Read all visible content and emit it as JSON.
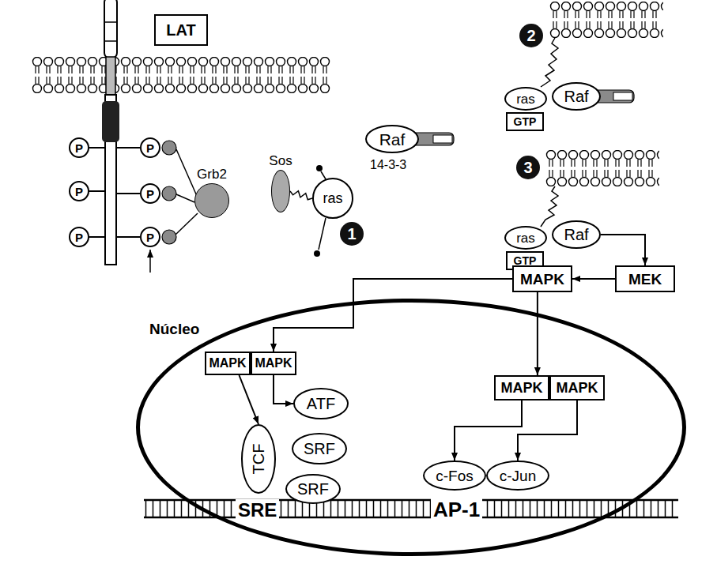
{
  "diagram": {
    "nodes": [
      {
        "text": [
          "LAT"
        ]
      },
      {
        "text": [
          "P"
        ]
      },
      {
        "text": [
          "P"
        ]
      },
      {
        "text": [
          "P"
        ]
      },
      {
        "text": [
          "P"
        ]
      },
      {
        "text": [
          "P"
        ]
      },
      {
        "text": [
          "P"
        ]
      },
      {
        "text": [
          "Grb2"
        ]
      },
      {
        "text": [
          "Sos"
        ]
      },
      {
        "text": [
          "ras"
        ]
      },
      {
        "text": [
          "Raf"
        ]
      },
      {
        "text": [
          "ras"
        ]
      },
      {
        "text": [
          "Raf"
        ]
      },
      {
        "text": [
          "GTP"
        ]
      },
      {
        "text": [
          "ras"
        ]
      },
      {
        "text": [
          "Raf"
        ]
      },
      {
        "text": [
          "GTP"
        ]
      },
      {
        "text": [
          "MAPK"
        ]
      },
      {
        "text": [
          "MEK"
        ]
      },
      {
        "text": [
          "Núcleo"
        ]
      },
      {
        "text": [
          "MAPK"
        ],
        "in": 19
      },
      {
        "text": [
          "MAPK"
        ],
        "in": 19
      },
      {
        "text": [
          "MAPK"
        ],
        "in": 19
      },
      {
        "text": [
          "MAPK"
        ],
        "in": 19
      },
      {
        "text": [
          "TCF"
        ],
        "in": 19
      },
      {
        "text": [
          "ATF"
        ],
        "in": 19
      },
      {
        "text": [
          "SRF"
        ],
        "in": 19
      },
      {
        "text": [
          "SRF"
        ],
        "in": 19
      },
      {
        "text": [
          "c-Fos"
        ],
        "in": 19
      },
      {
        "text": [
          "c-Jun"
        ],
        "in": 19
      }
    ],
    "edges": [
      {
        "from": 8,
        "to": 9,
        "arrow": "none"
      },
      {
        "from": 15,
        "to": 18,
        "arrow": "to"
      },
      {
        "from": 18,
        "to": 17,
        "arrow": "to"
      },
      {
        "from": 17,
        "to": 21,
        "arrow": "to"
      },
      {
        "from": 17,
        "to": 22,
        "arrow": "to"
      },
      {
        "from": 20,
        "to": 24,
        "arrow": "to"
      },
      {
        "from": 21,
        "to": 25,
        "arrow": "to"
      },
      {
        "from": 22,
        "to": 28,
        "arrow": "to"
      },
      {
        "from": 23,
        "to": 29,
        "arrow": "to"
      }
    ],
    "labels": [
      "14-3-3",
      "1",
      "2",
      "3",
      "SRE",
      "AP-1"
    ]
  }
}
